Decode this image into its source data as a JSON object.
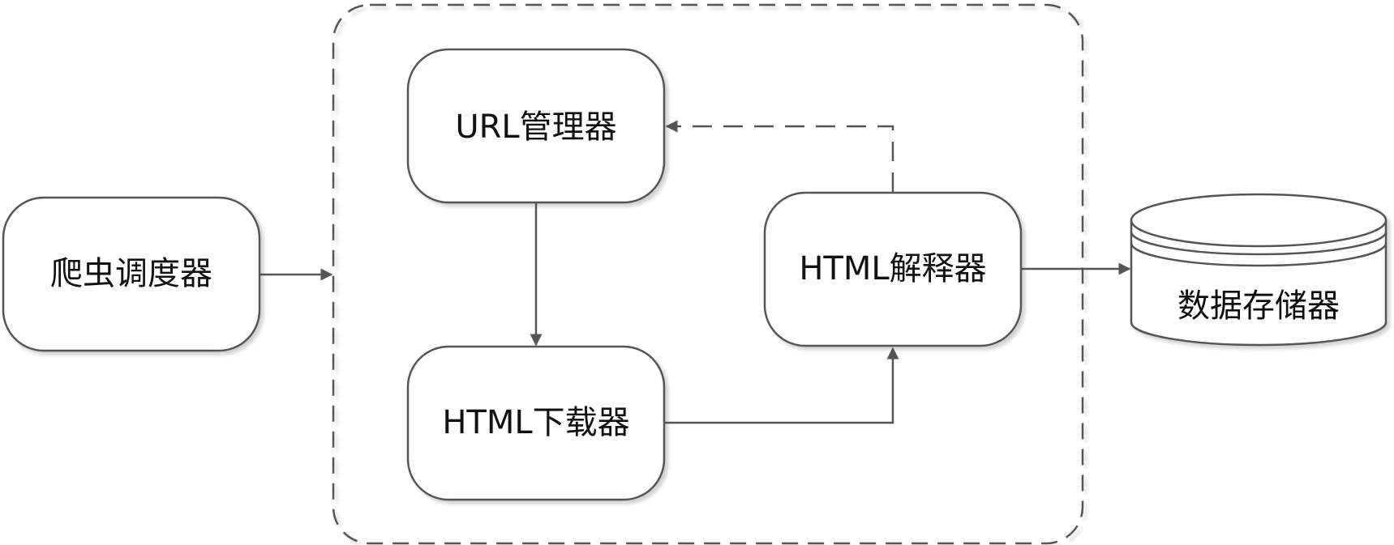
{
  "nodes": {
    "scheduler": "爬虫调度器",
    "url_manager": "URL管理器",
    "downloader": "HTML下载器",
    "parser": "HTML解释器",
    "storage": "数据存储器"
  },
  "colors": {
    "stroke": "#555555",
    "text": "#111111",
    "background": "#ffffff",
    "shadow": "#bdbdbd"
  }
}
